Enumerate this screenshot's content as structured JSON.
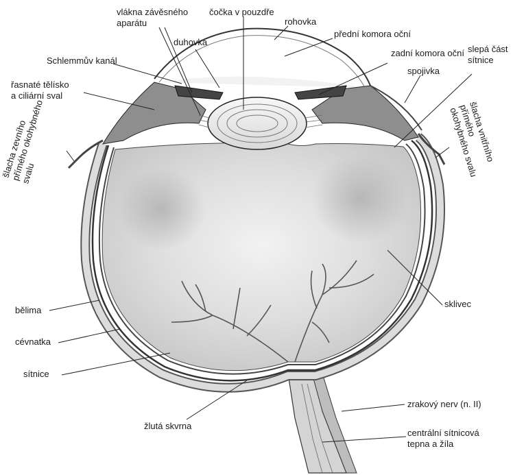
{
  "labels": {
    "vlakna_line1": "vlákna závěsného",
    "vlakna_line2": "aparátu",
    "cocka": "čočka v pouzdře",
    "rohovka": "rohovka",
    "predni_komora": "přední komora oční",
    "duhovka": "duhovka",
    "schlemmuv": "Schlemmův kanál",
    "zadni_komora": "zadní komora oční",
    "slepa_line1": "slepá část",
    "slepa_line2": "sítnice",
    "spojivka": "spojivka",
    "rasnate_line1": "řasnaté tělísko",
    "rasnate_line2": "a ciliární sval",
    "slacha_zevni_line1": "šlacha zevního",
    "slacha_zevni_line2": "přímého okohybného",
    "slacha_zevni_line3": "svalu",
    "slacha_vnitrni_line1": "šlacha vnitřního",
    "slacha_vnitrni_line2": "přímého",
    "slacha_vnitrni_line3": "okohybného svalu",
    "sklivec": "sklivec",
    "belima": "bělima",
    "cevnatka": "cévnatka",
    "sitnice": "sítnice",
    "zluta_skvrna": "žlutá skvrna",
    "zrakovy_nerv": "zrakový nerv (n. II)",
    "centralni_line1": "centrální sítnicová",
    "centralni_line2": "tepna a žíla"
  }
}
